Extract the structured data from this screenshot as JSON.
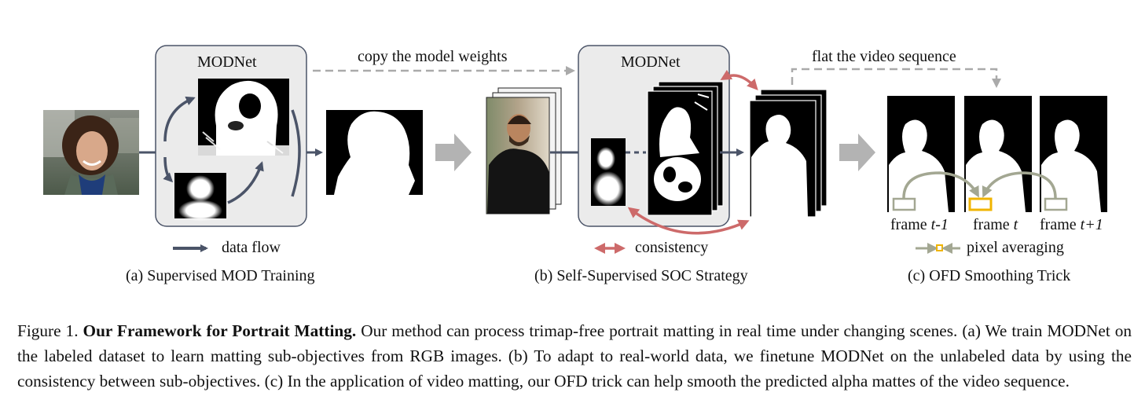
{
  "panel_a": {
    "box_title": "MODNet",
    "legend": "data flow",
    "caption": "(a) Supervised MOD Training"
  },
  "panel_b": {
    "box_title": "MODNet",
    "top_arrow_label": "copy the model weights",
    "legend": "consistency",
    "caption": "(b) Self-Supervised SOC Strategy"
  },
  "panel_c": {
    "top_arrow_label": "flat the video sequence",
    "frame_prev_prefix": "frame ",
    "frame_prev_var": "t-1",
    "frame_cur_prefix": "frame ",
    "frame_cur_var": "t",
    "frame_next_prefix": "frame ",
    "frame_next_var": "t+1",
    "legend": "pixel averaging",
    "caption": "(c) OFD Smoothing Trick"
  },
  "figure_caption": {
    "label": "Figure 1.",
    "title": "Our Framework for Portrait Matting.",
    "body": "Our method can process trimap-free portrait matting in real time under changing scenes. (a) We train MODNet on the labeled dataset to learn matting sub-objectives from RGB images. (b) To adapt to real-world data, we finetune MODNet on the unlabeled data by using the consistency between sub-objectives. (c) In the application of video matting, our OFD trick can help smooth the predicted alpha mattes of the video sequence."
  },
  "colors": {
    "flow_arrow": "#4b5468",
    "consistency_arrow": "#cd6a6a",
    "averaging_arrow": "#a3a792",
    "highlight_box": "#f0b400",
    "dashed_arrow": "#aaaaaa",
    "module_box": "#ebebeb",
    "big_arrow": "#b3b3b3"
  },
  "icons": {
    "portrait_input": "curly-haired-man-photo",
    "video_input": "bearded-man-video-frames",
    "matte": "alpha-matte-silhouette"
  }
}
